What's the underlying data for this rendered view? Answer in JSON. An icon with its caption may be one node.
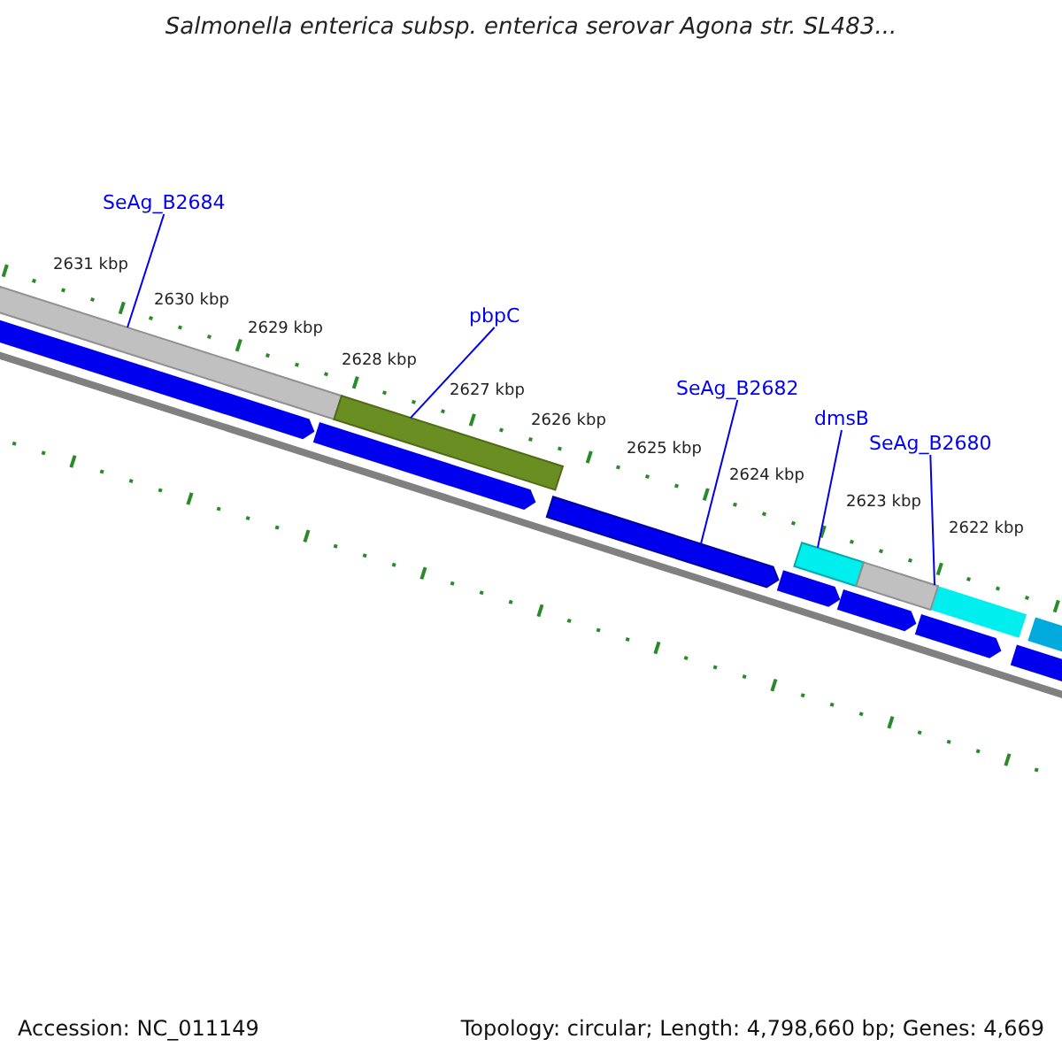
{
  "diagram": {
    "title": "Salmonella enterica subsp. enterica serovar Agona str. SL483...",
    "nodes": [
      {
        "text": [
          "SeAg_B2684"
        ]
      },
      {
        "text": [
          "pbpC"
        ]
      },
      {
        "text": [
          "SeAg_B2682"
        ]
      },
      {
        "text": [
          "dmsB"
        ]
      },
      {
        "text": [
          "SeAg_B2680"
        ]
      },
      {
        "text": [],
        "shape": "bar"
      },
      {
        "text": [],
        "shape": "bar"
      },
      {
        "text": [],
        "shape": "pentagon"
      },
      {
        "text": [],
        "shape": "bar"
      },
      {
        "text": [],
        "shape": "bar"
      }
    ],
    "edges": [
      {
        "from": 0,
        "to": 5,
        "arrow": "none"
      },
      {
        "from": 1,
        "to": 6,
        "arrow": "none"
      },
      {
        "from": 2,
        "to": 7,
        "arrow": "none"
      },
      {
        "from": 3,
        "to": 8,
        "arrow": "none"
      },
      {
        "from": 4,
        "to": 9,
        "arrow": "none"
      }
    ],
    "labels": [
      "2631 kbp",
      "2630 kbp",
      "2629 kbp",
      "2628 kbp",
      "2627 kbp",
      "2626 kbp",
      "2625 kbp",
      "2624 kbp",
      "2623 kbp",
      "2622 kbp",
      "Accession: NC_011149",
      "Topology: circular; Length: 4,798,660 bp; Genes: 4,669"
    ]
  }
}
